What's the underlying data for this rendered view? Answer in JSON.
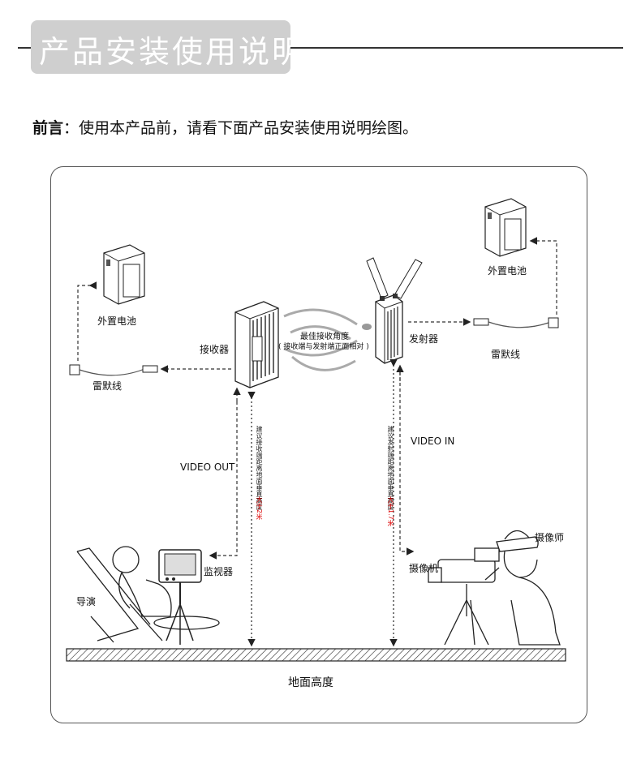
{
  "title": "产品安装使用说明",
  "intro": {
    "lead": "前言",
    "text": "：使用本产品前，请看下面产品安装使用说明绘图。"
  },
  "labels": {
    "battery_left": "外置电池",
    "battery_right": "外置电池",
    "receiver": "接收器",
    "transmitter": "发射器",
    "best_angle": "最佳接收角度",
    "best_angle_note": "( 接收端与发射端正面相对 )",
    "lemo_left": "雷默线",
    "lemo_right": "雷默线",
    "video_out": "VIDEO OUT",
    "video_in": "VIDEO IN",
    "monitor": "监视器",
    "director": "导演",
    "camera": "摄像机",
    "cameraman": "摄像师",
    "ground": "地面高度",
    "rx_height_note": "建议接收端距离地面垂直高度",
    "rx_height_value": "大于2米",
    "tx_height_note": "建议发射端距离地面垂直高度",
    "tx_height_value": "大于1.7米"
  }
}
